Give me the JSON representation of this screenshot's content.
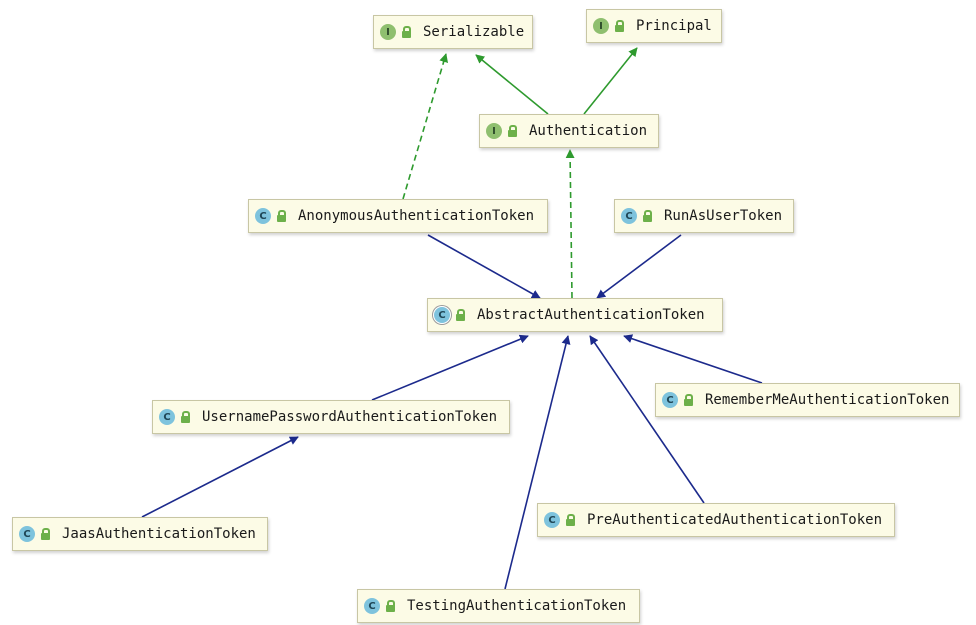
{
  "diagram": {
    "nodes": {
      "serializable": {
        "label": "Serializable",
        "kind": "interface",
        "badge": "I"
      },
      "principal": {
        "label": "Principal",
        "kind": "interface",
        "badge": "I"
      },
      "authentication": {
        "label": "Authentication",
        "kind": "interface",
        "badge": "I"
      },
      "anonymous": {
        "label": "AnonymousAuthenticationToken",
        "kind": "class",
        "badge": "C"
      },
      "runas": {
        "label": "RunAsUserToken",
        "kind": "class",
        "badge": "C"
      },
      "abstract": {
        "label": "AbstractAuthenticationToken",
        "kind": "abstract-class",
        "badge": "C"
      },
      "usernamepassword": {
        "label": "UsernamePasswordAuthenticationToken",
        "kind": "class",
        "badge": "C"
      },
      "rememberme": {
        "label": "RememberMeAuthenticationToken",
        "kind": "class",
        "badge": "C"
      },
      "jaas": {
        "label": "JaasAuthenticationToken",
        "kind": "class",
        "badge": "C"
      },
      "preauth": {
        "label": "PreAuthenticatedAuthenticationToken",
        "kind": "class",
        "badge": "C"
      },
      "testing": {
        "label": "TestingAuthenticationToken",
        "kind": "class",
        "badge": "C"
      }
    },
    "edges": [
      {
        "from": "authentication",
        "to": "serializable",
        "type": "extends"
      },
      {
        "from": "authentication",
        "to": "principal",
        "type": "extends"
      },
      {
        "from": "anonymous",
        "to": "serializable",
        "type": "implements"
      },
      {
        "from": "abstract",
        "to": "authentication",
        "type": "implements"
      },
      {
        "from": "anonymous",
        "to": "abstract",
        "type": "extends"
      },
      {
        "from": "runas",
        "to": "abstract",
        "type": "extends"
      },
      {
        "from": "usernamepassword",
        "to": "abstract",
        "type": "extends"
      },
      {
        "from": "rememberme",
        "to": "abstract",
        "type": "extends"
      },
      {
        "from": "jaas",
        "to": "usernamepassword",
        "type": "extends"
      },
      {
        "from": "preauth",
        "to": "abstract",
        "type": "extends"
      },
      {
        "from": "testing",
        "to": "abstract",
        "type": "extends"
      }
    ],
    "colors": {
      "implements": "#2e9a2e",
      "extends": "#1c2a8c",
      "interface_extends": "#2e9a2e"
    },
    "icons": {
      "interface": "interface-icon",
      "class": "class-icon",
      "abstract-class": "abstract-class-icon",
      "visibility": "public-lock-icon"
    }
  }
}
